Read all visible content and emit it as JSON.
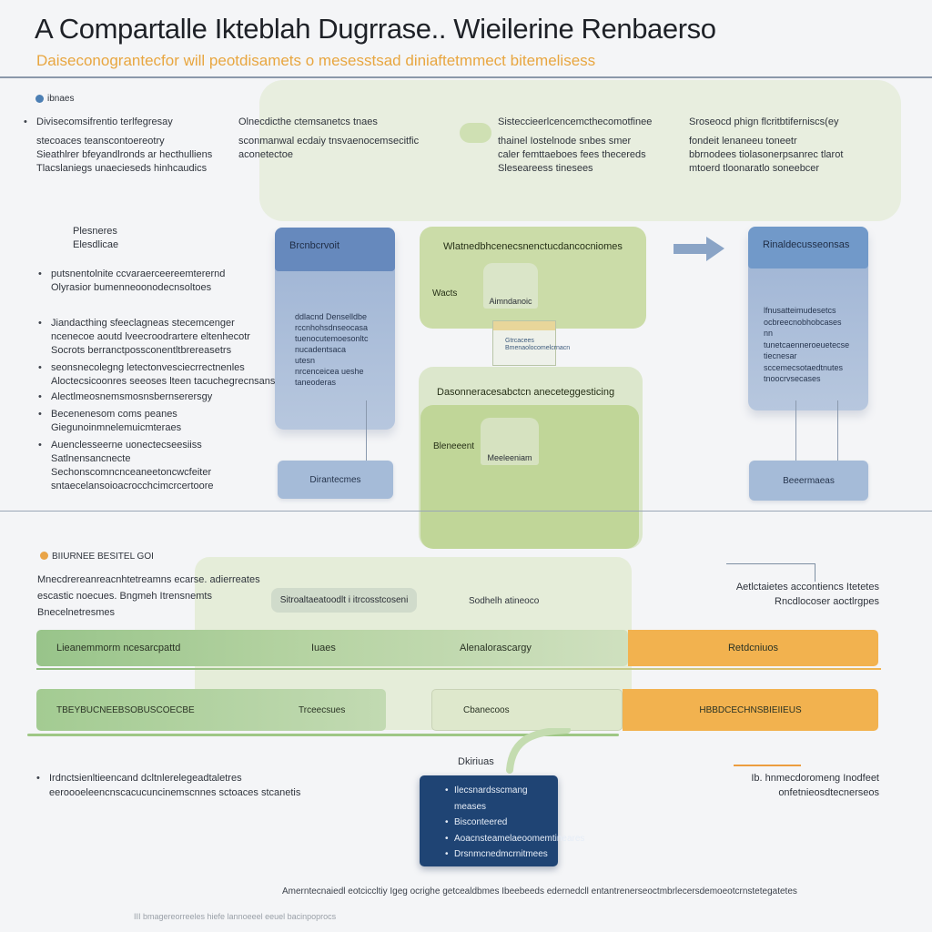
{
  "header": {
    "title": "A Compartalle Ikteblah Dugrrase.. Wieilerine Renbaerso",
    "subtitle": "Daiseconograntecfor will peotdisamets o mesesstsad diniaftetmmect bitemelisess"
  },
  "top_section": {
    "label": "ibnaes",
    "columns": [
      {
        "heading": "Divisecomsifrentio terlfegresay",
        "lines": [
          "stecoaces teanscontoereotry",
          "Sieathlrer bfeyandlronds ar hecthulliens",
          "Tlacslaniegs unaecieseds hinhcaudics"
        ]
      },
      {
        "heading": "Olnecdicthe ctemsanetcs tnaes",
        "lines": [
          "sconmanwal ecdaiy tnsvaenocemsecitfic",
          "aconetectoe"
        ]
      },
      {
        "heading": "Sisteccieerlcencemcthecomotfinee",
        "lines": [
          "thainel Iostelnode snbes smer",
          "caler femttaeboes fees thecereds",
          "Sleseareess tinesees"
        ]
      }
    ],
    "right_col": {
      "heading": "Sroseocd phign flcritbtiferniscs(ey",
      "lines": [
        "fondeit lenaneeu toneetr",
        "bbrnodees tiolasonerpsanrec tlarot",
        "mtoerd tloonaratlo soneebcer"
      ]
    }
  },
  "left_notes": {
    "heading": [
      "Plesneres",
      "Elesdlicae"
    ],
    "bullets": [
      [
        "putsnentolnite ccvaraerceereemterernd",
        "Olyrasior bumenneoonodecnsoltoes"
      ],
      [
        "Jiandacthing sfeeclagneas stecemcenger",
        "ncenecoe aoutd lveecroodrartere eltenhecotr",
        "Socrots berranctpossconentltbrereasetrs"
      ],
      [
        "seonsnecolegng letectonvesciecrrectnenles",
        "Aloctecsicoonres seeoses lteen tacuchegrecnsans"
      ],
      [
        "Alectlmeosnemsmosnsbernserersgy"
      ],
      [
        "Becenenesom coms peanes",
        "Giegunoinmnelemuicmteraes"
      ],
      [
        "Auenclesseerne uonectecseesiiss",
        "Satlnensancnecte",
        "Sechonscomncnceaneetoncwcfeiter",
        "sntaecelansoioacrocchcimcrcertoore"
      ]
    ]
  },
  "diagram": {
    "left_card": {
      "header": "Brcnbcrvoit",
      "lines": [
        "ddlacnd Denselldbe",
        "rccnhohsdnseocasa",
        "tuenocutemoesonltc",
        "nucadentsaca",
        "utesn",
        "nrcenceicea ueshe",
        "taneoderas"
      ],
      "footer": "Dirantecmes"
    },
    "right_card": {
      "header": "Rinaldecusseonsas",
      "lines": [
        "lfnusatteimudesetcs",
        "ocbreecnobhobcases",
        "nn",
        "tunetcaenneroeuetecse",
        "tiecnesar",
        "sccemecsotaedtnutes",
        "tnoocrvsecases"
      ],
      "footer": "Beeermaeas"
    },
    "green_top": {
      "title": "Wlatnedbhcenecsnenctucdancocniomes",
      "left_label": "Wacts",
      "chip": "Aimndanoic"
    },
    "mini_table": {
      "row1": "Gtrcacees",
      "row2": "Bmenaolocomelcrnacn"
    },
    "green_mid": {
      "title": "Dasonneracesabctcn aneceteggesticing",
      "left_label": "Bleneeent",
      "chip": "Meeleeniam"
    }
  },
  "bottom_section": {
    "label": "BIIURNEE BESITEL GOI",
    "intro": [
      "Mnecdrereanreacnhtetreamns ecarse. adierreates",
      "escastic noecues. Bngmeh Itrensnemts",
      "Bnecelnetresmes"
    ],
    "right_note": [
      "Aetlctaietes accontiencs Itetetes",
      "Rncdlocoser aoctlrgpes"
    ],
    "pills": [
      "Sitroaltaeatoodlt i itrcosstcoseni",
      "Sodhelh atineoco"
    ],
    "row1": {
      "left": "Lieanemmorm ncesarcpattd",
      "mid1": "Iuaes",
      "mid2": "Alenalorascargy",
      "right": "Retdcniuos"
    },
    "row2": {
      "left": "TBEYBUCNEEBSOBUSCOECBE",
      "mid1": "Trceecsues",
      "mid2": "Cbanecoos",
      "right": "HBBDCECHNSBIEIIEUS"
    },
    "connector_label": "Dkiriuas",
    "left_bullet": [
      "Irdnctsienltieencand dcltnlerelegeadtaletres",
      "eeroooeleencnscacucuncinemscnnes sctoaces stcanetis"
    ],
    "right_bullet": [
      "Ib. hnmecdoromeng Inodfeet",
      "onfetnieosdtecnerseos"
    ],
    "navy_items": [
      "Ilecsnardsscmang meases",
      "Bisconteered",
      "Aoacnsteamelaeoomemtineares",
      "Drsnmcnedmcrnitmees"
    ],
    "footnote": "Amerntecnaiedl eotciccltiy Igeg ocrighe getcealdbmes Ibeebeeds edernedcll entantrenerseoctmbrlecersdemoeotcrnstetegatetes",
    "tiny_caption": "III bmagereorreeles hiefe lannoeeel eeuel bacinpoprocs"
  },
  "colors": {
    "orange": "#f2b24f",
    "green": "#8fbd7a",
    "blue": "#6689bd",
    "navy": "#1f4474"
  }
}
